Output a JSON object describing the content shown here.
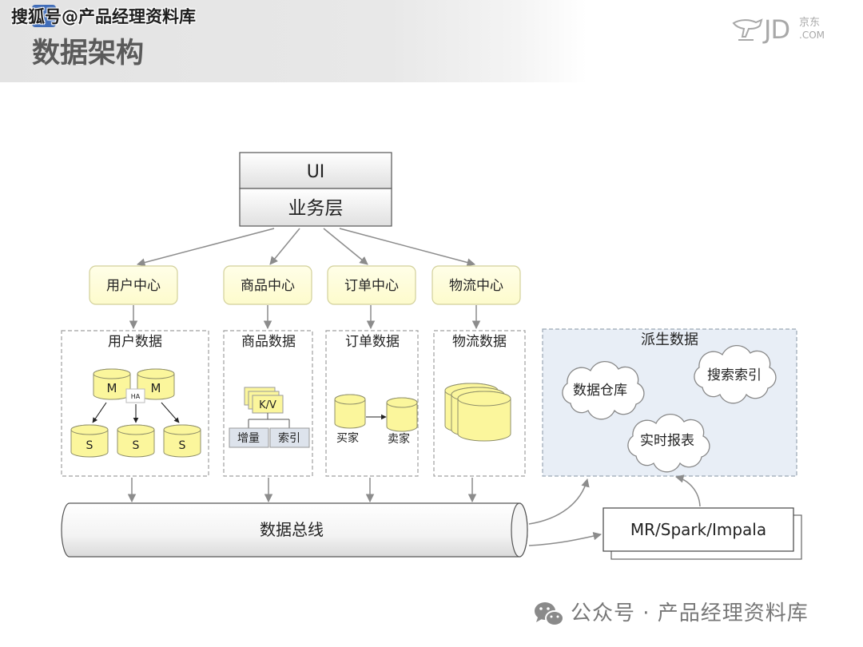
{
  "header": {
    "watermark": "搜狐号@产品经理资料库",
    "title": "数据架构",
    "logo": {
      "brand": "JD",
      "cn": "京东",
      "domain": ".COM"
    }
  },
  "diagram": {
    "top": {
      "ui": "UI",
      "business": "业务层"
    },
    "centers": [
      "用户中心",
      "商品中心",
      "订单中心",
      "物流中心"
    ],
    "user_data": {
      "label": "用户数据",
      "masters": [
        "M",
        "M"
      ],
      "ha": "HA",
      "slaves": [
        "S",
        "S",
        "S"
      ]
    },
    "product_data": {
      "label": "商品数据",
      "kv": "K/V",
      "incremental": "增量",
      "index": "索引"
    },
    "order_data": {
      "label": "订单数据",
      "buyer": "买家",
      "seller": "卖家"
    },
    "logistics_data": {
      "label": "物流数据"
    },
    "derived_data": {
      "label": "派生数据",
      "clouds": [
        "数据仓库",
        "搜索索引",
        "实时报表"
      ]
    },
    "bus": "数据总线",
    "compute": "MR/Spark/Impala"
  },
  "footer": {
    "watermark": "公众号 · 产品经理资料库"
  },
  "icons": {
    "header_badge": "slide-badge-icon",
    "logo_mark": "jd-dog-icon",
    "footer_mark": "wechat-icon"
  },
  "colors": {
    "header_gray": "#e3e3e3",
    "title": "#5a5a5a",
    "center_fill": "#fdfbcc",
    "center_stroke": "#d2d09a",
    "cylinder_fill": "#fbf69c",
    "derived_fill": "#e8eef6",
    "arrow": "#8c8c8c",
    "logo": "#a8a8a8",
    "footer": "#777777",
    "badge": "#3f6cb8"
  }
}
